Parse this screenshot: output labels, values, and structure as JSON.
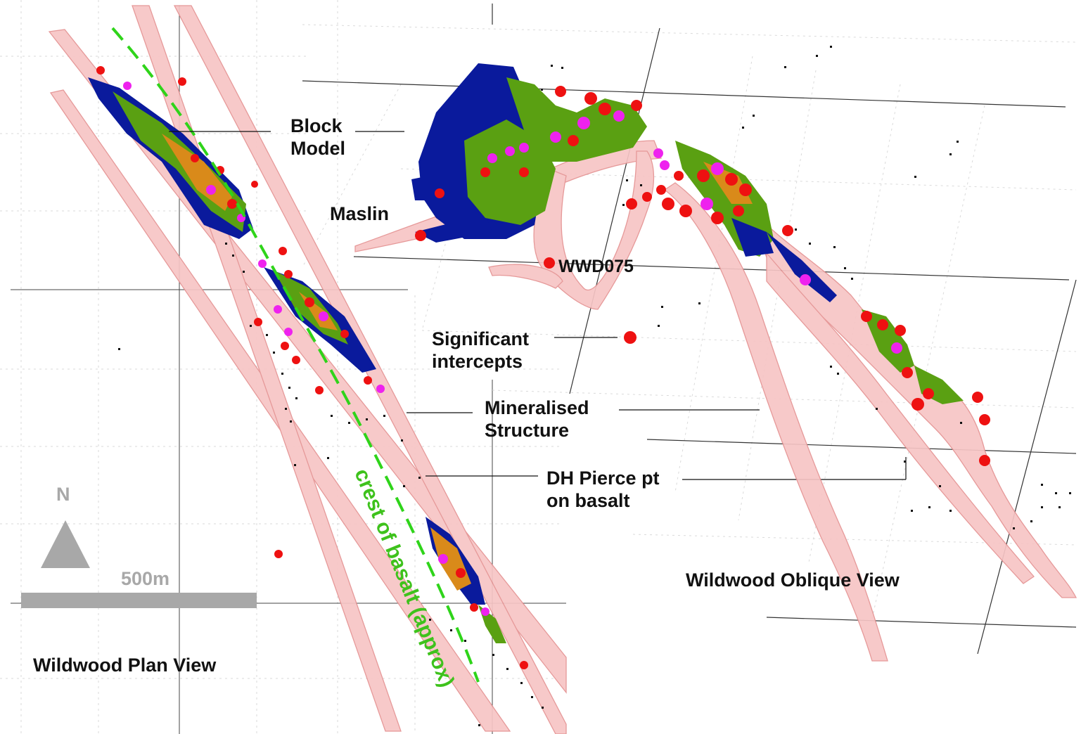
{
  "labels": {
    "block_model": "Block Model",
    "maslin": "Maslin",
    "wwd075": "WWD075",
    "significant_intercepts": "Significant intercepts",
    "mineralised_structure": "Mineralised Structure",
    "dh_pierce": "DH Pierce pt on basalt",
    "crest_of_basalt": "crest of basalt (approx)",
    "plan_view_title": "Wildwood Plan View",
    "oblique_view_title": "Wildwood Oblique View",
    "north": "N",
    "scale": "500m"
  },
  "colors": {
    "structure_fill": "#f7c5c5",
    "structure_stroke": "#e07f7f",
    "block_blue": "#0a1a9c",
    "block_green": "#5aa012",
    "block_orange": "#d98a1a",
    "intercept_red": "#ee1111",
    "intercept_magenta": "#ee22ee",
    "crest_green": "#2fd41a",
    "scale_grey": "#aaaaaa"
  }
}
